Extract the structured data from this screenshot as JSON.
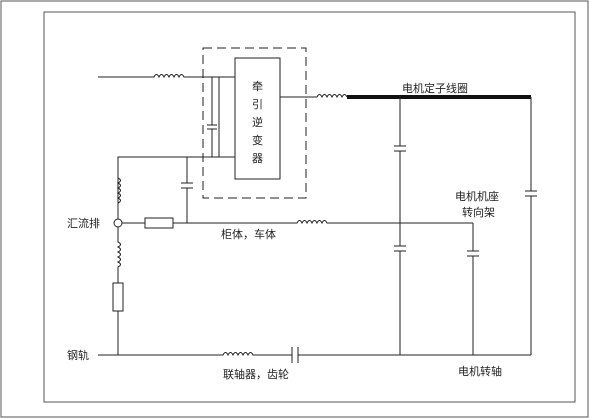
{
  "labels": {
    "inverter": [
      "牵",
      "引",
      "逆",
      "变",
      "器"
    ],
    "stator": "电机定子线圈",
    "bus": "汇流排",
    "chassis": "柜体，车体",
    "frame": "电机机座",
    "bogie": "转向架",
    "rail": "钢轨",
    "coupling": "联轴器，齿轮",
    "shaft": "电机转轴"
  }
}
